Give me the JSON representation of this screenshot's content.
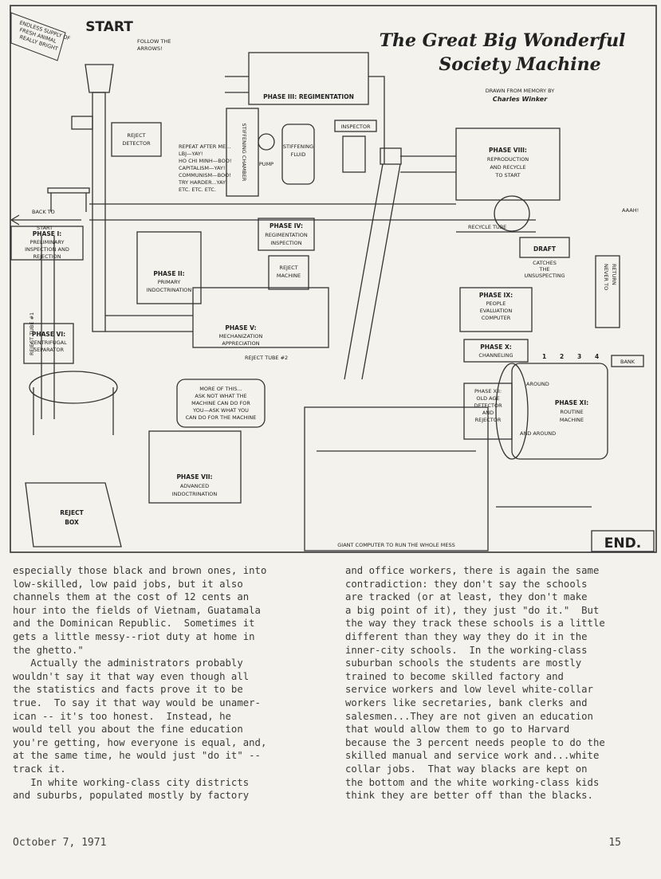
{
  "illustration": {
    "title_line1": "The Great Big Wonderful",
    "title_line2": "Society Machine",
    "credit_line1": "DRAWN FROM MEMORY BY",
    "credit_line2": "Charles Winker",
    "start_label": "START",
    "start_note_line1": "FOLLOW THE",
    "start_note_line2": "ARROWS!",
    "supply_line1": "ENDLESS SUPPLY OF",
    "supply_line2": "FRESH ANIMAL",
    "supply_line3": "REALLY BRIGHT",
    "reject_detector_line1": "REJECT",
    "reject_detector_line2": "DETECTOR",
    "back_to_start_line1": "BACK TO",
    "back_to_start_line2": "START",
    "phase1_line1": "PHASE I:",
    "phase1_line2": "PRELIMINARY",
    "phase1_line3": "INSPECTION AND",
    "phase1_line4": "REJECTION",
    "speech1_line1": "REPEAT AFTER ME...",
    "speech1_line2": "LBJ—YAY!",
    "speech1_line3": "HO CHI MINH—BOO!",
    "speech1_line4": "CAPITALISM—YAY!",
    "speech1_line5": "COMMUNISM—BOO!",
    "speech1_line6": "TRY HARDER...YAY!",
    "speech1_line7": "ETC. ETC. ETC.",
    "phase2_line1": "PHASE II:",
    "phase2_line2": "PRIMARY",
    "phase2_line3": "INDOCTRINATION",
    "phase3_label": "PHASE III: REGIMENTATION",
    "stiffening_chamber": "STIFFENING CHAMBER",
    "pump_label": "PUMP",
    "stiffening_fluid_line1": "STIFFENING",
    "stiffening_fluid_line2": "FLUID",
    "inspector_label": "INSPECTOR",
    "phase4_line1": "PHASE IV:",
    "phase4_line2": "REGIMENTATION",
    "phase4_line3": "INSPECTION",
    "reject_machine_line1": "REJECT",
    "reject_machine_line2": "MACHINE",
    "phase5_line1": "PHASE V:",
    "phase5_line2": "MECHANIZATION",
    "phase5_line3": "APPRECIATION",
    "reject_tube1": "REJECT TUBE #1",
    "reject_tube2": "REJECT TUBE #2",
    "recycle_tube": "RECYCLE TUBE",
    "phase6_line1": "PHASE VI:",
    "phase6_line2": "CENTRIFUGAL",
    "phase6_line3": "SEPARATOR",
    "speech2_line1": "MORE OF THIS...",
    "speech2_line2": "ASK NOT WHAT THE",
    "speech2_line3": "MACHINE CAN DO FOR",
    "speech2_line4": "YOU—ASK WHAT YOU",
    "speech2_line5": "CAN DO FOR THE MACHINE",
    "phase7_line1": "PHASE VII:",
    "phase7_line2": "ADVANCED",
    "phase7_line3": "INDOCTRINATION",
    "reject_box_line1": "REJECT",
    "reject_box_line2": "BOX",
    "giant_computer": "GIANT COMPUTER TO RUN THE WHOLE MESS",
    "phase8_line1": "PHASE VIII:",
    "phase8_line2": "REPRODUCTION",
    "phase8_line3": "AND RECYCLE",
    "phase8_line4": "TO START",
    "draft_label": "DRAFT",
    "draft_note_line1": "CATCHES",
    "draft_note_line2": "THE",
    "draft_note_line3": "UNSUSPECTING",
    "aaah_label": "AAAH!",
    "never_return_line1": "NEVER TO",
    "never_return_line2": "RETURN",
    "phase9_line1": "PHASE IX:",
    "phase9_line2": "PEOPLE",
    "phase9_line3": "EVALUATION",
    "phase9_line4": "COMPUTER",
    "phase10_line1": "PHASE X:",
    "phase10_line2": "CHANNELING",
    "phase12_line1": "PHASE XII:",
    "phase12_line2": "OLD AGE",
    "phase12_line3": "DETECTOR",
    "phase12_line4": "AND",
    "phase12_line5": "REJECTOR",
    "phase11_line1": "PHASE XI:",
    "phase11_line2": "ROUTINE",
    "phase11_line3": "MACHINE",
    "around_label": "AROUND",
    "and_around_label": "AND AROUND",
    "bank_label": "BANK",
    "dial_1": "1",
    "dial_2": "2",
    "dial_3": "3",
    "dial_4": "4",
    "end_label": "END."
  },
  "text": {
    "left_column": "especially those black and brown ones, into\nlow-skilled, low paid jobs, but it also\nchannels them at the cost of 12 cents an\nhour into the fields of Vietnam, Guatamala\nand the Dominican Republic.  Sometimes it\ngets a little messy--riot duty at home in\nthe ghetto.\"\n   Actually the administrators probably\nwouldn't say it that way even though all\nthe statistics and facts prove it to be\ntrue.  To say it that way would be unamer-\nican -- it's too honest.  Instead, he\nwould tell you about the fine education\nyou're getting, how everyone is equal, and,\nat the same time, he would just \"do it\" --\ntrack it.\n   In white working-class city districts\nand suburbs, populated mostly by factory",
    "right_column": "and office workers, there is again the same\ncontradiction: they don't say the schools\nare tracked (or at least, they don't make\na big point of it), they just \"do it.\"  But\nthe way they track these schools is a little\ndifferent than they way they do it in the\ninner-city schools.  In the working-class\nsuburban schools the students are mostly\ntrained to become skilled factory and\nservice workers and low level white-collar\nworkers like secretaries, bank clerks and\nsalesmen...They are not given an education\nthat would allow them to go to Harvard\nbecause the 3 percent needs people to do the\nskilled manual and service work and...white\ncollar jobs.  That way blacks are kept on\nthe bottom and the white working-class kids\nthink they are better off than the blacks."
  },
  "footer": {
    "date": "October 7, 1971",
    "page_number": "15"
  }
}
